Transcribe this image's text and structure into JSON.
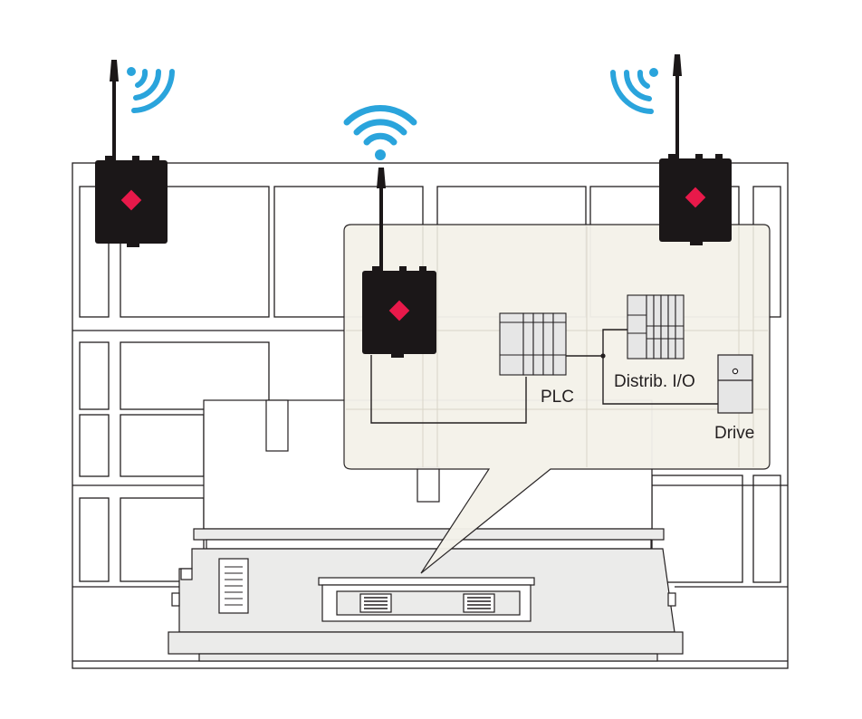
{
  "labels": {
    "plc": "PLC",
    "distrib_io": "Distrib. I/O",
    "drive": "Drive"
  },
  "colors": {
    "wifi": "#2aa4dc",
    "device_body": "#1b1718",
    "device_marker": "#e8194a",
    "callout_fill": "#f4f2ea",
    "machine_fill": "#ebebea",
    "line": "#231f20"
  },
  "icons": {
    "wireless_device": "wireless-device-icon",
    "signal": "wifi-signal-icon",
    "plc": "plc-rack-icon",
    "distrib_io": "distributed-io-icon",
    "drive": "drive-icon"
  }
}
